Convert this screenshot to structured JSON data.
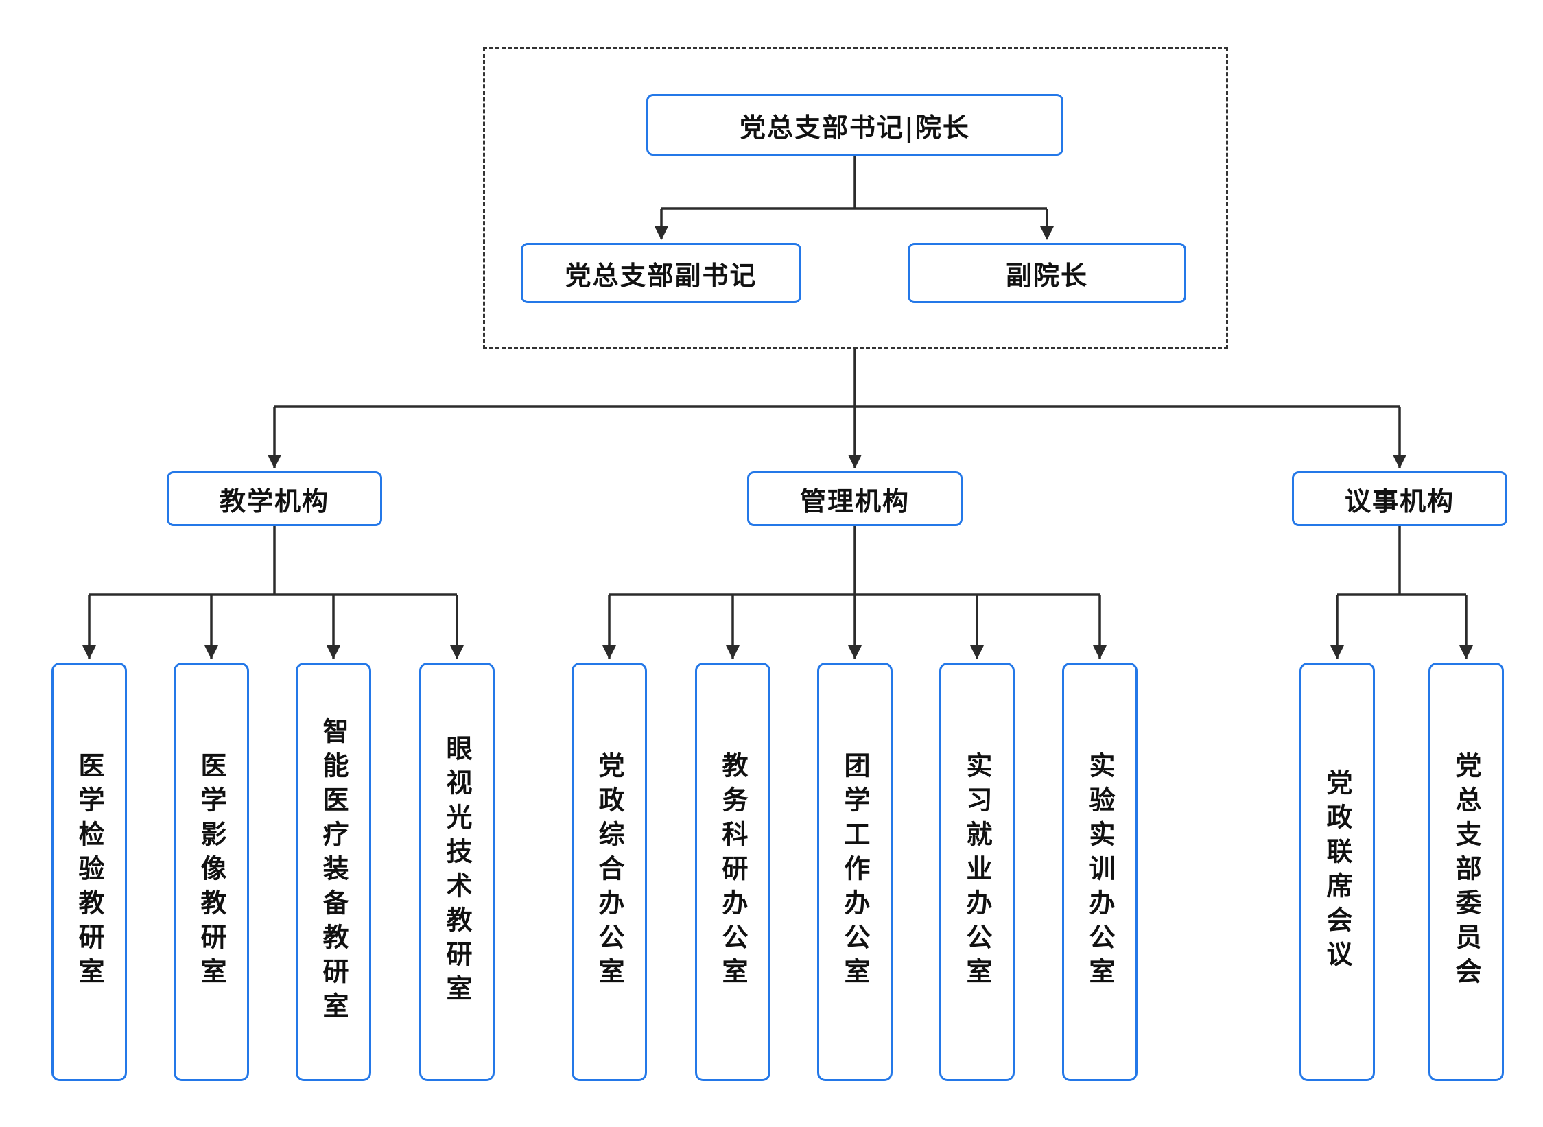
{
  "diagram": {
    "colors": {
      "box_border": "#2478e8",
      "line": "#2b2b2b",
      "text": "#111111",
      "background": "#ffffff"
    },
    "top_group": {
      "leader": "党总支部书记|院长",
      "deputies": [
        "党总支部副书记",
        "副院长"
      ]
    },
    "branches": [
      {
        "label": "教学机构",
        "children": [
          "医学检验教研室",
          "医学影像教研室",
          "智能医疗装备教研室",
          "眼视光技术教研室"
        ]
      },
      {
        "label": "管理机构",
        "children": [
          "党政综合办公室",
          "教务科研办公室",
          "团学工作办公室",
          "实习就业办公室",
          "实验实训办公室"
        ]
      },
      {
        "label": "议事机构",
        "children": [
          "党政联席会议",
          "党总支部委员会"
        ]
      }
    ]
  }
}
